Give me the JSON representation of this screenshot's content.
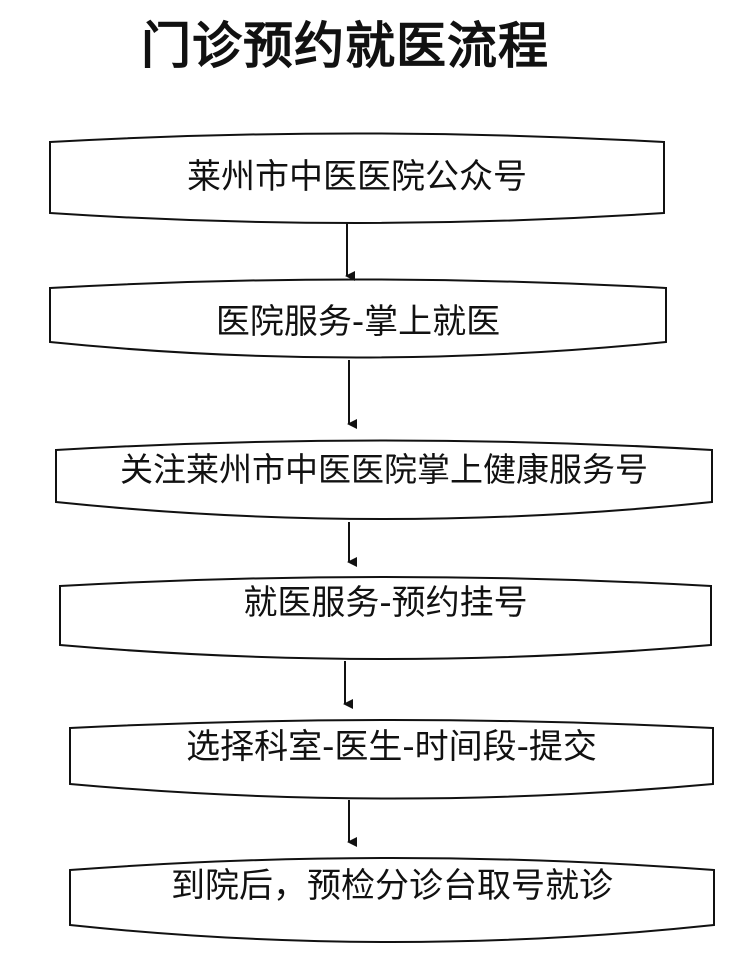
{
  "title": "门诊预约就医流程",
  "steps": [
    {
      "label": "莱州市中医医院公众号"
    },
    {
      "label": "医院服务-掌上就医"
    },
    {
      "label": "关注莱州市中医医院掌上健康服务号"
    },
    {
      "label": "就医服务-预约挂号"
    },
    {
      "label": "选择科室-医生-时间段-提交"
    },
    {
      "label": "到院后，预检分诊台取号就诊"
    }
  ]
}
